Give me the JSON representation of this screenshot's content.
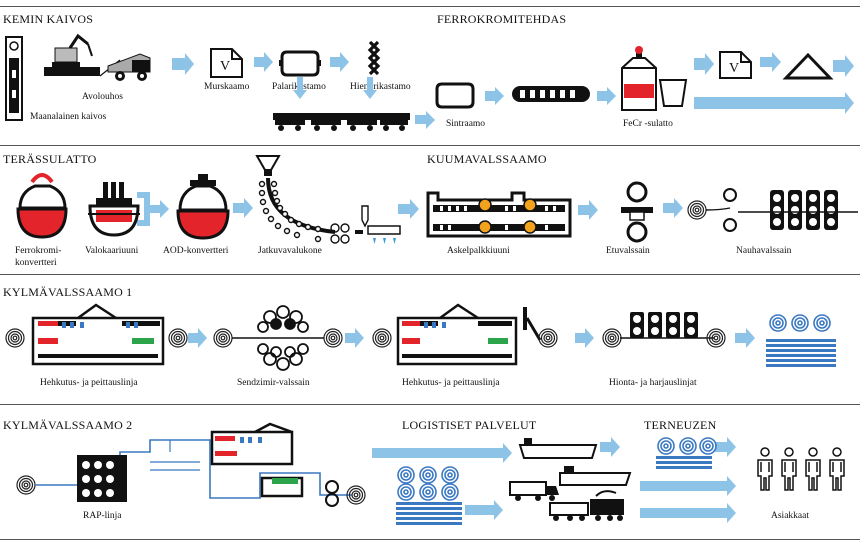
{
  "sections": {
    "kemin_kaivos": "KEMIN KAIVOS",
    "ferrokromitehdas": "FERROKROMITEHDAS",
    "terassulatto": "TERÄSSULATTO",
    "kuumavalssaamo": "KUUMAVALSSAAMO",
    "kylmavalssaamo1": "KYLMÄVALSSAAMO 1",
    "kylmavalssaamo2": "KYLMÄVALSSAAMO 2",
    "logistiset_palvelut": "LOGISTISET PALVELUT",
    "terneuzen": "TERNEUZEN"
  },
  "labels": {
    "maanalainen_kaivos": "Maanalainen kaivos",
    "avolouhos": "Avolouhos",
    "murskaamo": "Murskaamo",
    "palarikastamo": "Palarikastamo",
    "hienorikastamo": "Hienorikastamo",
    "sintraamo": "Sintraamo",
    "fecr_sulatto": "FeCr -sulatto",
    "ferrokromikonvertteri_1": "Ferrokromi-",
    "ferrokromikonvertteri_2": "konvertteri",
    "valokaariuuni": "Valokaariuuni",
    "aod_konvertteri": "AOD-konvertteri",
    "jatkuvavalukone": "Jatkuvavalukone",
    "askelpalkkiuuni": "Askelpalkkiuuni",
    "etuvalssain": "Etuvalssain",
    "nauhavalssain": "Nauhavalssain",
    "hehkutus_1": "Hehkutus- ja peittauslinja",
    "sendzimir": "Sendzimir-valssain",
    "hehkutus_2": "Hehkutus- ja peittauslinja",
    "hionta": "Hionta- ja harjauslinjat",
    "rap_linja": "RAP-linja",
    "asiakkaat": "Asiakkaat",
    "crusher_v": "V",
    "fecr_v": "V"
  },
  "colors": {
    "arrow": "#8ec3e8",
    "red": "#e3242b",
    "green": "#2ca44a",
    "blue": "#3a78c2",
    "dark": "#111111"
  }
}
